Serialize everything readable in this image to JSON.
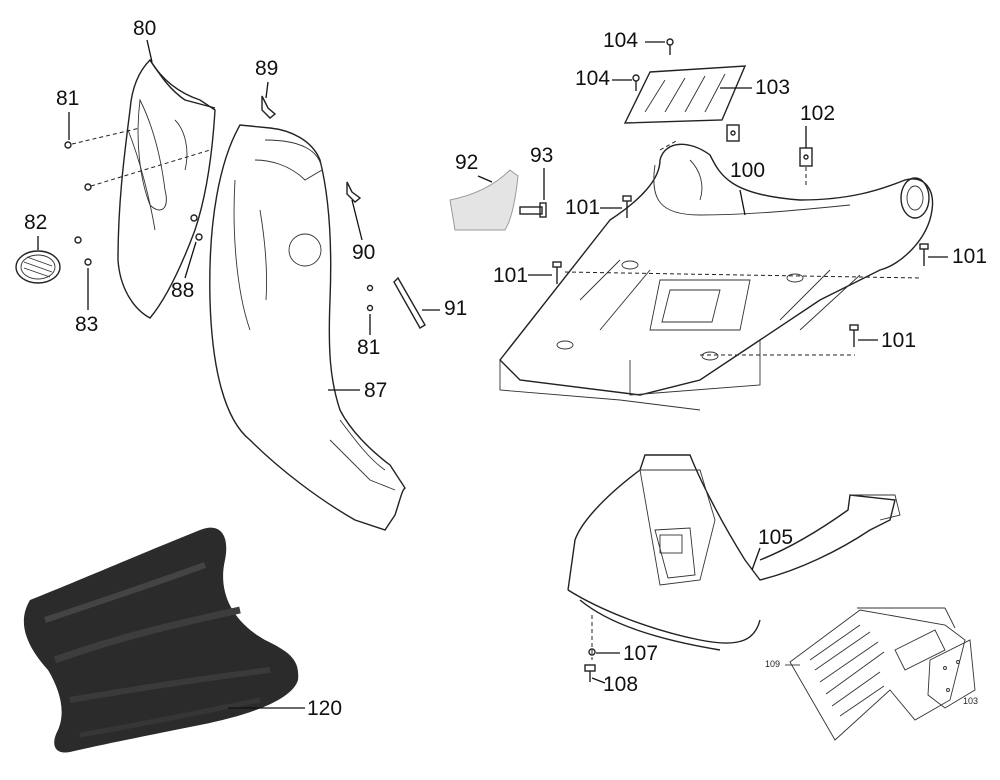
{
  "callouts": {
    "c80": "80",
    "c81a": "81",
    "c82": "82",
    "c83": "83",
    "c88": "88",
    "c89": "89",
    "c90": "90",
    "c91": "91",
    "c81b": "81",
    "c87": "87",
    "c92": "92",
    "c93": "93",
    "c104a": "104",
    "c104b": "104",
    "c103": "103",
    "c102": "102",
    "c100": "100",
    "c101a": "101",
    "c101b": "101",
    "c101c": "101",
    "c101d": "101",
    "c105": "105",
    "c107": "107",
    "c108": "108",
    "c120": "120"
  },
  "inset_callouts": {
    "c109": "109",
    "c103s": "103"
  },
  "colors": {
    "line": "#222222",
    "mat": "#2b2b2b",
    "pad": "#d8d8d8"
  }
}
